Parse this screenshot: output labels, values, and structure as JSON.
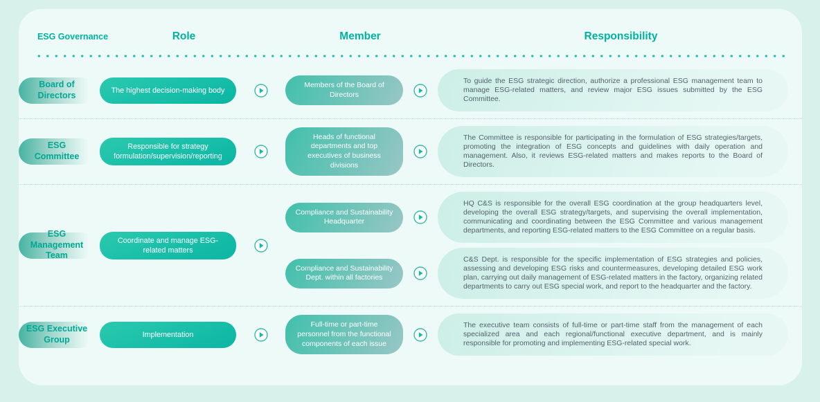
{
  "header": {
    "col_governance": "ESG Governance",
    "col_role": "Role",
    "col_member": "Member",
    "col_responsibility": "Responsibility"
  },
  "rows": [
    {
      "label": "Board of Directors",
      "role": "The highest decision-making body",
      "members": [
        {
          "text": "Members of the Board of Directors",
          "responsibility": "To guide the ESG strategic direction, authorize a professional ESG management team to manage ESG-related matters, and review major ESG issues submitted by the ESG Committee."
        }
      ]
    },
    {
      "label": "ESG Committee",
      "role": "Responsible for strategy formulation/supervision/reporting",
      "members": [
        {
          "text": "Heads of functional departments and top executives of business divisions",
          "responsibility": "The Committee is responsible for participating in the formulation of ESG strategies/targets, promoting the integration of ESG concepts and guidelines with daily operation and management. Also, it reviews ESG-related matters and makes reports to the Board of Directors."
        }
      ]
    },
    {
      "label": "ESG Management Team",
      "role": "Coordinate and manage ESG-related matters",
      "members": [
        {
          "text": "Compliance and Sustainability Headquarter",
          "responsibility": "HQ C&S is responsible for the overall ESG coordination at the group headquarters level, developing the overall ESG strategy/targets, and supervising the overall implementation, communicating and coordinating between the ESG Committee and various management departments, and reporting ESG-related matters to the ESG Committee on a regular basis."
        },
        {
          "text": "Compliance and Sustainability Dept. within all factories",
          "responsibility": "C&S Dept. is responsible for the specific implementation of ESG strategies and policies, assessing and developing ESG risks and countermeasures, developing detailed ESG work plan, carrying out daily management of ESG-related matters in the factory, organizing related departments to carry out ESG special work, and report to the headquarter and the factory."
        }
      ]
    },
    {
      "label": "ESG Executive Group",
      "role": "Implementation",
      "members": [
        {
          "text": "Full-time or part-time personnel from the functional components of each issue",
          "responsibility": "The executive team consists of full-time or part-time staff from the management of each specialized area and each regional/functional executive department, and is mainly responsible for promoting and implementing ESG-related special work."
        }
      ]
    }
  ],
  "icons": {
    "play": "play-icon"
  },
  "colors": {
    "background": "#d8f1ea",
    "card": "#eefaf7",
    "accent_teal": "#00b3a0",
    "label_text": "#00a893",
    "role_pill_start": "#2bc9ae",
    "role_pill_end": "#0ab6a4",
    "member_pill_start": "#41c0ab",
    "member_pill_end": "#98c6c5",
    "responsibility_bg_start": "#cdeee8",
    "responsibility_bg_end": "#e7f8f4",
    "responsibility_text": "#53626c",
    "divider_dotted": "#b9ded7"
  }
}
